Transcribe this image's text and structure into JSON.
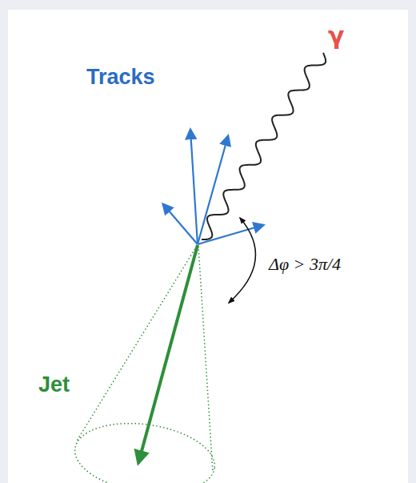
{
  "diagram": {
    "labels": [
      "Tracks",
      "γ",
      "Jet",
      "Δφ > 3π/4"
    ]
  }
}
